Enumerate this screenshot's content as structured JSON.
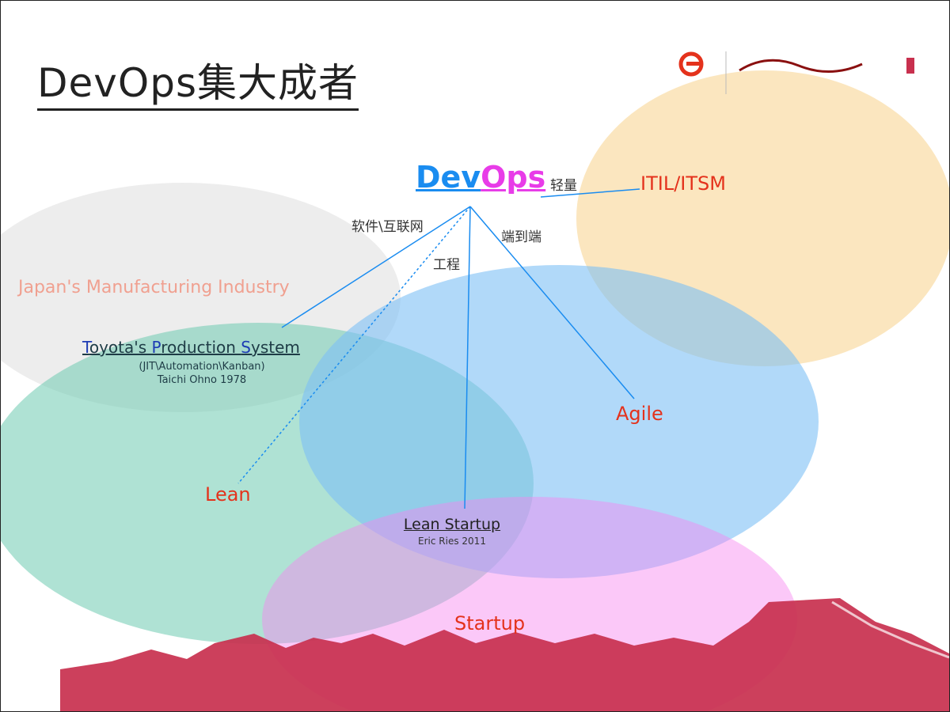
{
  "title": "DevOps集大成者",
  "center": {
    "dev": "Dev",
    "ops": "Ops"
  },
  "nodes": {
    "itil": "ITIL/ITSM",
    "agile": "Agile",
    "lean": "Lean",
    "startup": "Startup",
    "japan": "Japan's Manufacturing Industry",
    "tps": {
      "t1": "T",
      "r1": "oyota's ",
      "t2": "P",
      "r2": "roduction ",
      "t3": "S",
      "r3": "ystem",
      "sub1": "(JIT\\Automation\\Kanban)",
      "sub2": "Taichi Ohno 1978"
    },
    "lean_startup": {
      "name": "Lean Startup",
      "sub": "Eric Ries 2011"
    }
  },
  "edges": {
    "itil": "轻量",
    "software": "软件\\互联网",
    "engineering": "工程",
    "end_to_end": "端到端"
  },
  "colors": {
    "grey": "#e6e6e6",
    "teal": "#7fd3b8",
    "blue": "#8cc8f5",
    "orange": "#fbe0b0",
    "pink": "#f8a8f4",
    "red": "#e4321c",
    "line": "#1a8cf0",
    "mountain": "#c8304e"
  }
}
